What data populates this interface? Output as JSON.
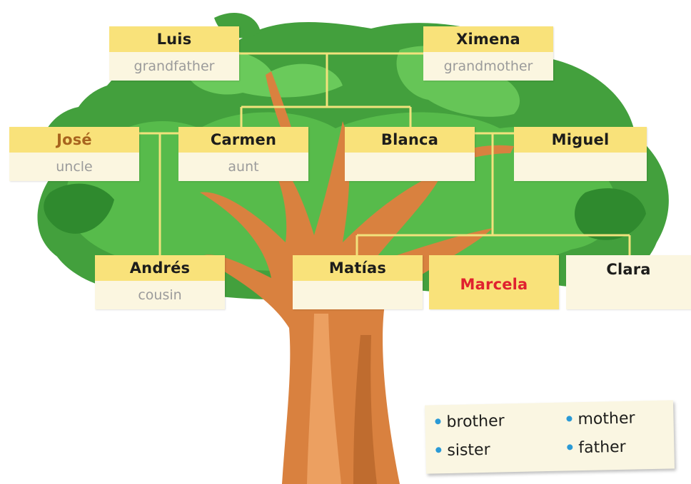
{
  "people": {
    "luis": {
      "name": "Luis",
      "role": "grandfather"
    },
    "ximena": {
      "name": "Ximena",
      "role": "grandmother"
    },
    "jose": {
      "name": "José",
      "role": "uncle"
    },
    "carmen": {
      "name": "Carmen",
      "role": "aunt"
    },
    "blanca": {
      "name": "Blanca",
      "role": ""
    },
    "miguel": {
      "name": "Miguel",
      "role": ""
    },
    "andres": {
      "name": "Andrés",
      "role": "cousin"
    },
    "matias": {
      "name": "Matías",
      "role": ""
    },
    "marcela": {
      "name": "Marcela"
    },
    "clara": {
      "name": "Clara"
    }
  },
  "word_bank": [
    "brother",
    "mother",
    "sister",
    "father"
  ],
  "colors": {
    "card_header": "#f9e27a",
    "card_body": "#fbf6e0",
    "connector": "#f1e27c",
    "highlight_text": "#e0212f",
    "jose_text": "#a8641e",
    "bullet": "#2a9ad6",
    "foliage": "#3f9a3a",
    "trunk": "#d9813f"
  }
}
